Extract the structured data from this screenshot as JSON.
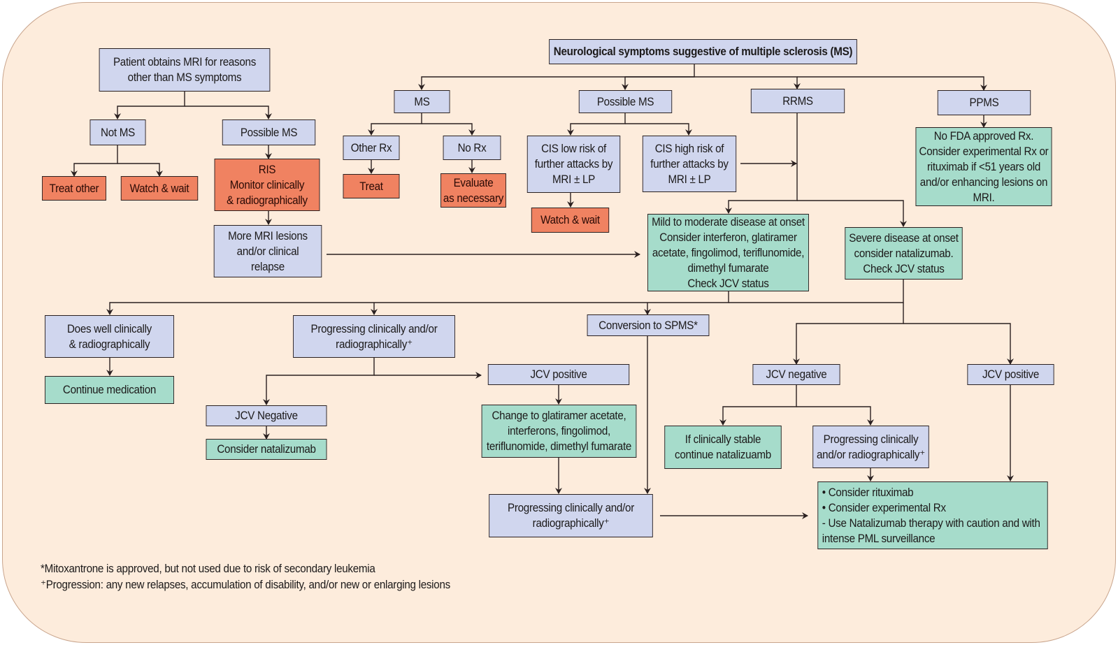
{
  "colors": {
    "panel_bg": "#fdecdc",
    "question_box": "#d0d6ee",
    "action_box": "#f08261",
    "treatment_box": "#a6dccb",
    "line": "#2a2020"
  },
  "nodes": {
    "mri_other": "Patient obtains MRI for reasons\nother than MS symptoms",
    "not_ms": "Not MS",
    "possible_ms_left": "Possible MS",
    "treat_other": "Treat other",
    "watch_wait_left": "Watch & wait",
    "ris": "RIS\nMonitor clinically\n& radiographically",
    "more_mri": "More MRI lesions\nand/or clinical\nrelapse",
    "neuro_symptoms": "Neurological symptoms suggestive of multiple sclerosis (MS)",
    "ms": "MS",
    "possible_ms": "Possible MS",
    "rrms": "RRMS",
    "ppms": "PPMS",
    "other_rx": "Other Rx",
    "no_rx": "No Rx",
    "treat": "Treat",
    "evaluate": "Evaluate\nas necessary",
    "cis_low": "CIS low risk of\nfurther attacks by\nMRI ± LP",
    "cis_high": "CIS high risk of\nfurther attacks by\nMRI ± LP",
    "watch_wait_mid": "Watch & wait",
    "ppms_rx": "No FDA approved Rx.\nConsider experimental Rx or\nrituximab if <51 years old\nand/or enhancing lesions on\nMRI.",
    "mild_moderate": "Mild to moderate disease at onset\nConsider interferon, glatiramer\nacetate, fingolimod, teriflunomide,\ndimethyl fumarate\nCheck JCV status",
    "severe": "Severe disease at onset\nconsider natalizumab.\nCheck JCV status",
    "does_well": "Does well clinically\n& radiographically",
    "continue_med": "Continue medication",
    "progressing_1": "Progressing clinically and/or\nradiographically⁺",
    "conversion_spms": "Conversion to SPMS*",
    "jcv_negative_1": "JCV Negative",
    "consider_natalizumab": "Consider natalizumab",
    "jcv_positive_1": "JCV positive",
    "change_to": "Change to glatiramer acetate,\ninterferons, fingolimod,\nteriflunomide, dimethyl fumarate",
    "progressing_2": "Progressing clinically and/or\nradiographically⁺",
    "jcv_negative_2": "JCV negative",
    "jcv_positive_2": "JCV positive",
    "if_stable": "If clinically stable\ncontinue natalizuamb",
    "progressing_3": "Progressing clinically\nand/or radiographically⁺",
    "final_options": "• Consider rituximab\n• Consider experimental Rx\n- Use Natalizumab therapy with caution and with\n  intense PML surveillance"
  },
  "footnotes": {
    "star": "*Mitoxantrone is approved, but not used due to risk of secondary leukemia",
    "plus": "⁺Progression: any new relapses, accumulation of disability, and/or new or enlarging lesions"
  }
}
